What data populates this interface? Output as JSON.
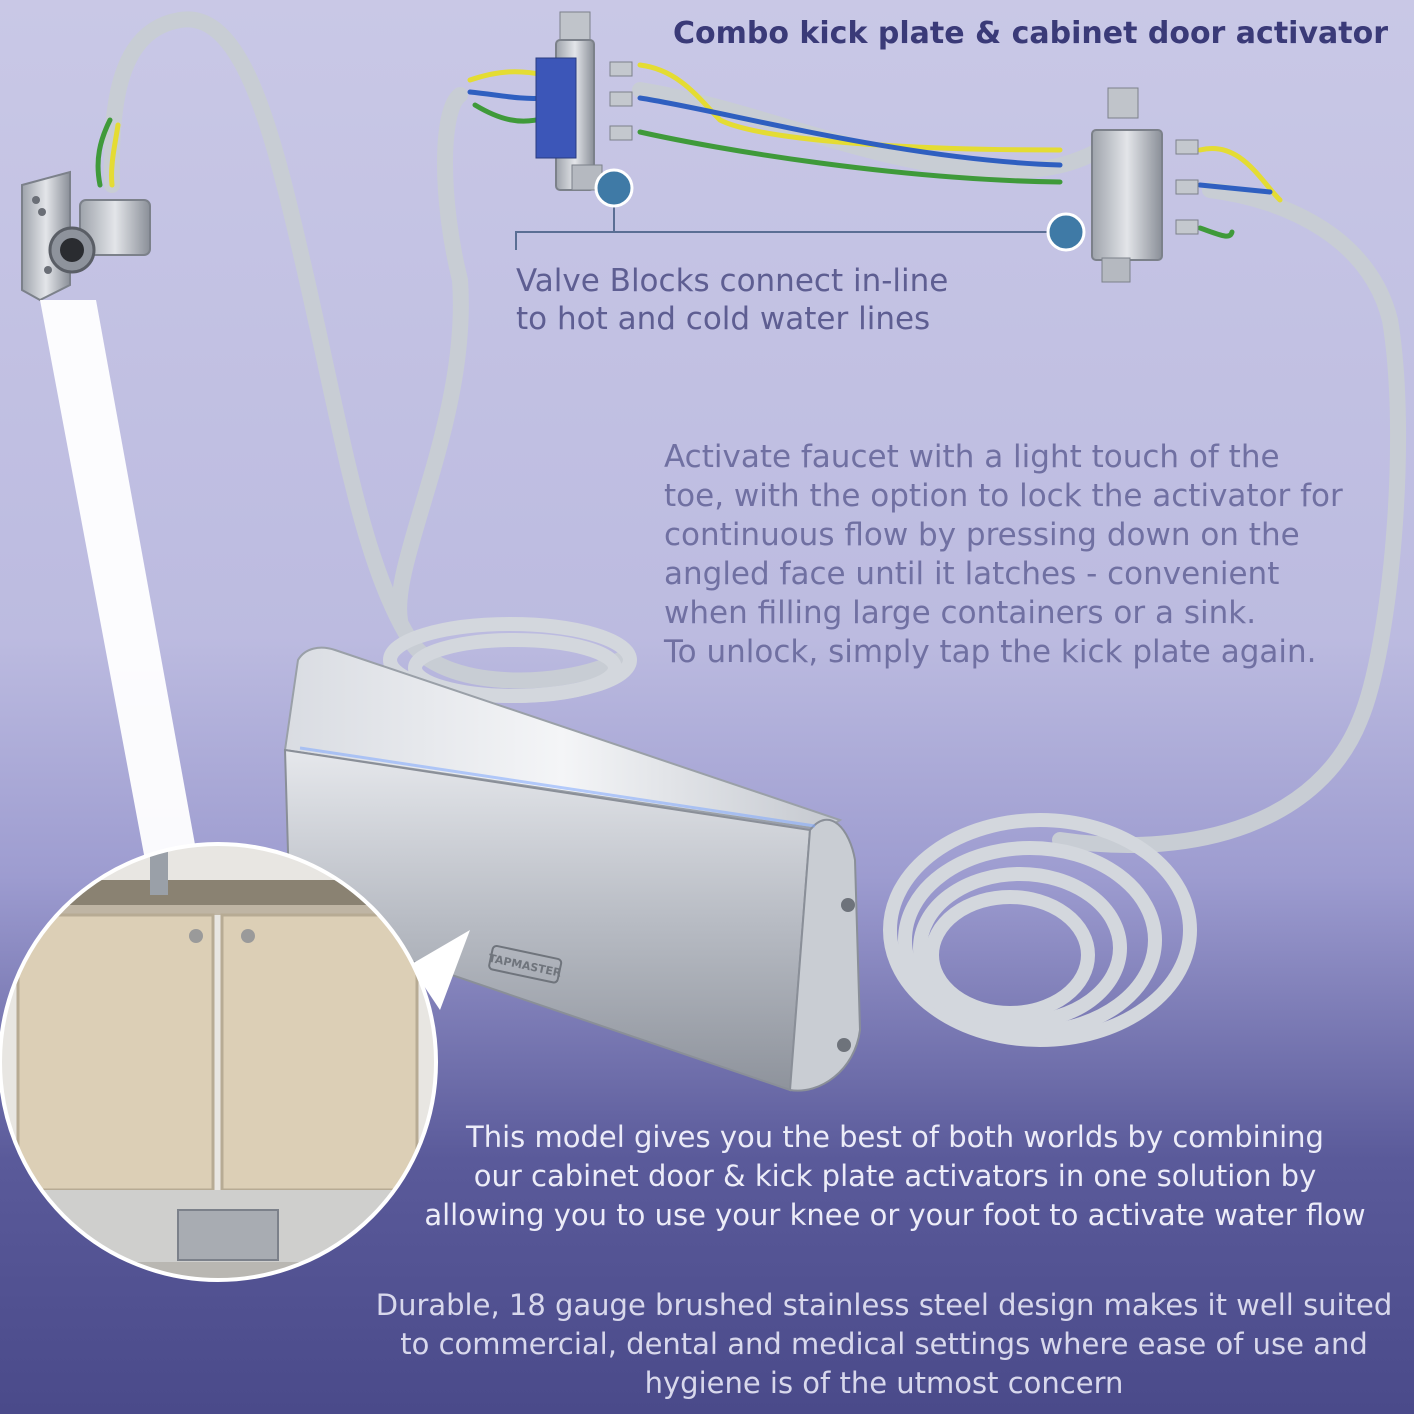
{
  "title": "Combo kick plate & cabinet door activator",
  "valve_caption": [
    "Valve Blocks connect in-line",
    "to hot and cold water lines"
  ],
  "activate_caption": [
    "Activate faucet with a light touch of the",
    "toe, with the option to lock the activator for",
    "continuous flow by pressing down on the",
    "angled face until it latches - convenient",
    "when filling large containers or a sink.",
    "To unlock, simply tap the kick plate again."
  ],
  "model_caption": [
    "This model gives you the best of both worlds by combining",
    "our cabinet door & kick plate activators in one solution by",
    "allowing you to use your knee or your foot to activate water flow"
  ],
  "durable_caption": [
    "Durable, 18 gauge brushed stainless steel design makes it well suited",
    "to commercial, dental and medical settings where ease of use and",
    "hygiene is of the utmost concern"
  ],
  "brand_label": "TAPMASTER",
  "colors": {
    "title": "#3a3a78",
    "callout_dot": "#3f7aa6",
    "hose": "#c8cdd4",
    "wire_yellow": "#e4dc33",
    "wire_blue": "#2f5fc0",
    "wire_green": "#3f9a3a"
  }
}
